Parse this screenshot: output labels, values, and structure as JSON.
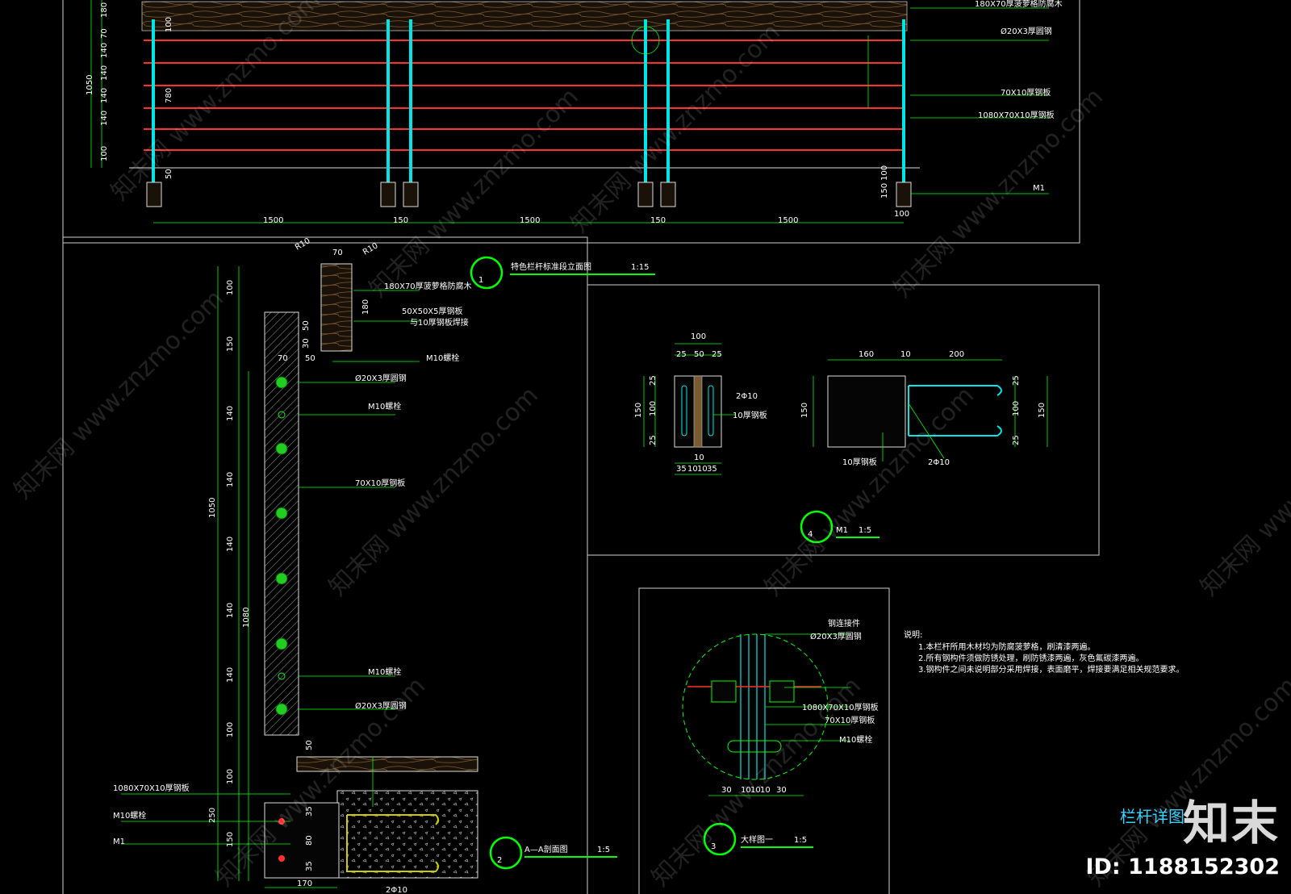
{
  "views": {
    "v1": {
      "num": "1",
      "title": "特色栏杆标准段立面图",
      "scale": "1:15"
    },
    "v2": {
      "num": "2",
      "title": "A—A剖面图",
      "scale": "1:5"
    },
    "v3": {
      "num": "3",
      "title": "大样图一",
      "scale": "1:5"
    },
    "v4": {
      "num": "4",
      "title": "M1",
      "scale": "1:5"
    }
  },
  "elev": {
    "vdims": [
      "180",
      "70",
      "140",
      "140",
      "140",
      "140",
      "100"
    ],
    "total": "1050",
    "inner": "780",
    "d100": "100",
    "d50": "50",
    "hdims": [
      "1500",
      "150",
      "1500",
      "150",
      "1500"
    ],
    "post_w": "100",
    "foot": [
      "150",
      "100"
    ],
    "labels": [
      "180X70厚菠萝格防腐木",
      "Ø20X3厚圆钢",
      "70X10厚钢板",
      "1080X70X10厚钢板",
      "M1"
    ]
  },
  "sect": {
    "top_dims": [
      "R10",
      "70",
      "R10"
    ],
    "labels": [
      "180X70厚菠萝格防腐木",
      "50X50X5厚钢板",
      "与10厚钢板焊接",
      "M10螺栓",
      "Ø20X3厚圆钢",
      "M10螺栓",
      "70X10厚钢板",
      "M10螺栓",
      "Ø20X3厚圆钢"
    ],
    "dims_right": [
      "180",
      "50",
      "30"
    ],
    "dims_small": [
      "70",
      "50"
    ],
    "vdims": [
      "100",
      "150",
      "140",
      "140",
      "140",
      "140",
      "140",
      "100",
      "100",
      "250",
      "150"
    ],
    "total": "1050",
    "inner": "1080",
    "d50": "50",
    "base_dims": [
      "35",
      "80",
      "35"
    ],
    "left_labels": [
      "1080X70X10厚钢板",
      "M10螺栓",
      "M1"
    ],
    "bottom": [
      "170",
      "2Φ10"
    ]
  },
  "m1": {
    "plan_top": [
      "100",
      "25",
      "50",
      "25"
    ],
    "plan_left": [
      "150",
      "25",
      "100",
      "25"
    ],
    "plan_bottom": [
      "10",
      "35",
      "10",
      "10",
      "35"
    ],
    "plan_labels": [
      "2Φ10",
      "10厚钢板"
    ],
    "side_top": [
      "160",
      "10",
      "200"
    ],
    "side_left": "150",
    "side_right": [
      "25",
      "100",
      "25",
      "150"
    ],
    "side_labels": [
      "10厚钢板",
      "2Φ10"
    ]
  },
  "detail": {
    "labels": [
      "钢连接件",
      "Ø20X3厚圆钢",
      "1080X70X10厚钢板",
      "70X10厚钢板",
      "M10螺栓"
    ],
    "dims": [
      "30",
      "10",
      "10",
      "10",
      "30"
    ]
  },
  "notes": {
    "head": "说明:",
    "lines": [
      "1.本栏杆所用木材均为防腐菠萝格，刷清漆两遍。",
      "2.所有钢构件须做防锈处理，刷防锈漆两遍，灰色氟碳漆两遍。",
      "3.钢构件之间未说明部分采用焊接，表面磨平，焊接要满足相关规范要求。"
    ]
  },
  "sheet_title": "栏杆详图",
  "watermark": {
    "text": "知末网 www.znzmo.com"
  },
  "brand": {
    "logo": "知末",
    "id": "ID: 1188152302"
  },
  "colors": {
    "green": "#00ff00",
    "red": "#ff3030",
    "cyan": "#00e5e5",
    "yellow": "#ffff00",
    "wood": "#8a6a3a"
  }
}
